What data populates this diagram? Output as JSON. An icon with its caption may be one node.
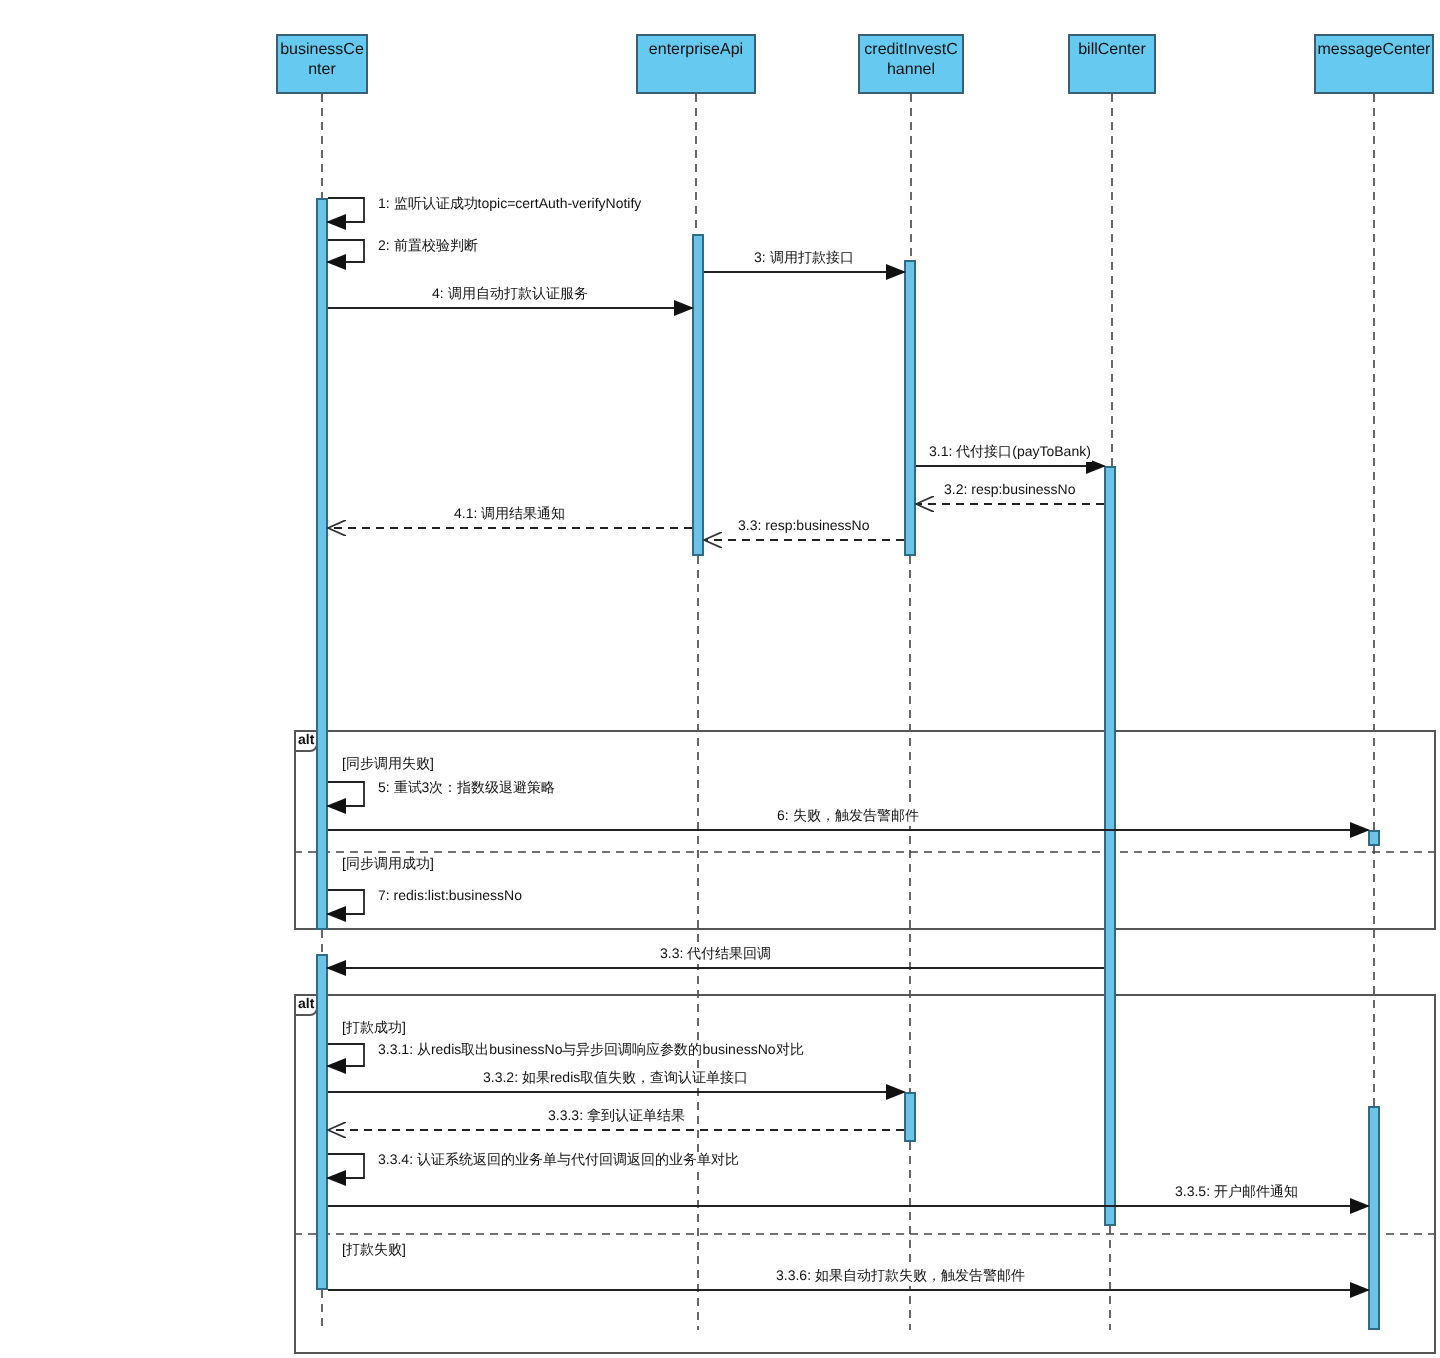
{
  "diagram": {
    "nodes": [
      {
        "text": [
          "businessCenter"
        ]
      },
      {
        "text": [
          "enterpriseApi"
        ]
      },
      {
        "text": [
          "creditInvestChannel"
        ]
      },
      {
        "text": [
          "billCenter"
        ]
      },
      {
        "text": [
          "messageCenter"
        ]
      },
      {
        "text": [],
        "shape": "bar"
      },
      {
        "text": [],
        "shape": "bar"
      },
      {
        "text": [],
        "shape": "bar"
      },
      {
        "text": [],
        "shape": "bar"
      },
      {
        "text": [],
        "shape": "bar"
      },
      {
        "text": [],
        "shape": "bar"
      },
      {
        "text": [],
        "shape": "bar"
      },
      {
        "text": [],
        "shape": "bar"
      }
    ],
    "edges": [
      {
        "from": 5,
        "to": 5,
        "arrow": "to",
        "label": "1: 监听认证成功topic=certAuth-verifyNotify"
      },
      {
        "from": 5,
        "to": 5,
        "arrow": "to",
        "label": "2: 前置校验判断"
      },
      {
        "from": 6,
        "to": 7,
        "arrow": "to",
        "label": "3: 调用打款接口"
      },
      {
        "from": 5,
        "to": 6,
        "arrow": "to",
        "label": "4: 调用自动打款认证服务"
      },
      {
        "from": 7,
        "to": 8,
        "arrow": "to",
        "label": "3.1: 代付接口(payToBank)"
      },
      {
        "from": 8,
        "to": 7,
        "arrow": "to",
        "label": "3.2: resp:businessNo",
        "style": "dashed"
      },
      {
        "from": 7,
        "to": 6,
        "arrow": "to",
        "label": "3.3: resp:businessNo",
        "style": "dashed"
      },
      {
        "from": 6,
        "to": 5,
        "arrow": "to",
        "label": "4.1: 调用结果通知",
        "style": "dashed"
      },
      {
        "from": 5,
        "to": 5,
        "arrow": "to",
        "label": "5: 重试3次：指数级退避策略"
      },
      {
        "from": 5,
        "to": 9,
        "arrow": "to",
        "label": "6: 失败，触发告警邮件"
      },
      {
        "from": 5,
        "to": 5,
        "arrow": "to",
        "label": "7: redis:list:businessNo"
      },
      {
        "from": 8,
        "to": 10,
        "arrow": "to",
        "label": "3.3: 代付结果回调"
      },
      {
        "from": 10,
        "to": 10,
        "arrow": "to",
        "label": "3.3.1: 从redis取出businessNo与异步回调响应参数的businessNo对比"
      },
      {
        "from": 10,
        "to": 11,
        "arrow": "to",
        "label": "3.3.2: 如果redis取值失败，查询认证单接口"
      },
      {
        "from": 11,
        "to": 10,
        "arrow": "to",
        "label": "3.3.3: 拿到认证单结果",
        "style": "dashed"
      },
      {
        "from": 10,
        "to": 10,
        "arrow": "to",
        "label": "3.3.4: 认证系统返回的业务单与代付回调返回的业务单对比"
      },
      {
        "from": 10,
        "to": 12,
        "arrow": "to",
        "label": "3.3.5: 开户邮件通知"
      },
      {
        "from": 10,
        "to": 12,
        "arrow": "to",
        "label": "3.3.6: 如果自动打款失败，触发告警邮件"
      },
      {
        "from": 0,
        "to": 5,
        "arrow": "none",
        "style": "dashed"
      },
      {
        "from": 5,
        "to": 10,
        "arrow": "none",
        "style": "dashed"
      },
      {
        "from": 10,
        "to": null,
        "arrow": "none",
        "style": "dashed"
      },
      {
        "from": 1,
        "to": 6,
        "arrow": "none",
        "style": "dashed"
      },
      {
        "from": 6,
        "to": null,
        "arrow": "none",
        "style": "dashed"
      },
      {
        "from": 2,
        "to": 7,
        "arrow": "none",
        "style": "dashed"
      },
      {
        "from": 7,
        "to": 11,
        "arrow": "none",
        "style": "dashed"
      },
      {
        "from": 11,
        "to": null,
        "arrow": "none",
        "style": "dashed"
      },
      {
        "from": 3,
        "to": 8,
        "arrow": "none",
        "style": "dashed"
      },
      {
        "from": 8,
        "to": null,
        "arrow": "none",
        "style": "dashed"
      },
      {
        "from": 4,
        "to": 9,
        "arrow": "none",
        "style": "dashed"
      },
      {
        "from": 9,
        "to": 12,
        "arrow": "none",
        "style": "dashed"
      }
    ],
    "labels": [
      "alt",
      "[同步调用失败]",
      "[同步调用成功]",
      "alt",
      "[打款成功]",
      "[打款失败]"
    ]
  }
}
